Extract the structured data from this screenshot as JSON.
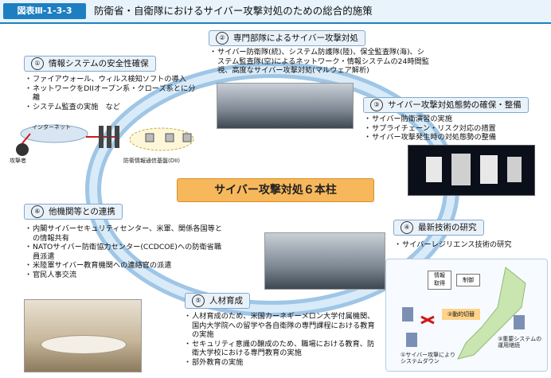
{
  "header": {
    "figure_label": "図表Ⅲ-1-3-3",
    "title": "防衛省・自衛隊におけるサイバー攻撃対処のための総合的施策"
  },
  "center_label": "サイバー攻撃対処６本柱",
  "pillars": [
    {
      "num": "①",
      "title": "情報システムの安全性確保",
      "items": [
        "ファイアウォール、ウィルス検知ソフトの導入",
        "ネットワークをDIIオープン系・クローズ系とに分離",
        "システム監査の実施　など"
      ]
    },
    {
      "num": "②",
      "title": "専門部隊によるサイバー攻撃対処",
      "items": [
        "サイバー防衛隊(統)、システム防護隊(陸)、保全監査隊(海)、システム監査隊(空)によるネットワーク・情報システムの24時間監視、高度なサイバー攻撃対処(マルウェア解析)"
      ]
    },
    {
      "num": "③",
      "title": "サイバー攻撃対処態勢の確保・整備",
      "items": [
        "サイバー防衛演習の実施",
        "サプライチェーン・リスク対応の措置",
        "サイバー攻撃発生時の対処態勢の整備"
      ]
    },
    {
      "num": "④",
      "title": "最新技術の研究",
      "items": [
        "サイバーレジリエンス技術の研究"
      ]
    },
    {
      "num": "⑤",
      "title": "人材育成",
      "items": [
        "人材育成のため、米国カーネギーメロン大学付属機関、国内大学院への留学や各自衛隊の専門課程における教育の実施",
        "セキュリティ意識の醸成のため、職場における教育、防衛大学校における専門教育の実施",
        "部外教育の実施"
      ]
    },
    {
      "num": "⑥",
      "title": "他機関等との連携",
      "items": [
        "内閣サイバーセキュリティセンター、米軍、関係各国等との情報共有",
        "NATOサイバー防衛協力センター(CCDCOE)への防衛省職員派遣",
        "米陸軍サイバー教育機関への連絡官の派遣",
        "官民人事交流"
      ]
    }
  ],
  "diagram1": {
    "internet_label": "インターネット",
    "attacker_label": "攻撃者",
    "dii_label": "防衛情報通信基盤(DII)"
  },
  "diagram4": {
    "box_info": "情報\n取得",
    "box_control": "制御",
    "label_switch": "②動的切替",
    "label_down": "①サイバー攻撃により\nシステムダウン",
    "label_ops": "③重要システムの\n運用継続"
  },
  "colors": {
    "accent": "#1d7fc1",
    "center_fill": "#f7b85c",
    "ring": "#9fc6e6",
    "pill_fill": "#eaf2f9"
  }
}
